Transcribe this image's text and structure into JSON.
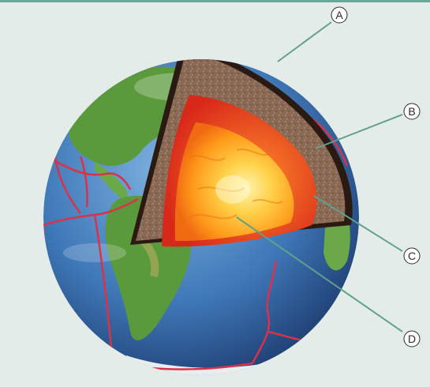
{
  "colors": {
    "background": "#e3ece8",
    "top_border": "#6aa89a",
    "ocean": "#3f78b8",
    "land": "#5a9a3c",
    "plate_boundary": "#d8334a",
    "crust": "#2a1a12",
    "mantle": "#8a6a55",
    "outer_core": "#e8341c",
    "inner_core": "#ffd24a",
    "leader_line": "#5fa08e"
  },
  "labels": {
    "a": "A",
    "b": "B",
    "c": "C",
    "d": "D"
  },
  "icons": {
    "globe": "earth-cutaway-icon"
  }
}
